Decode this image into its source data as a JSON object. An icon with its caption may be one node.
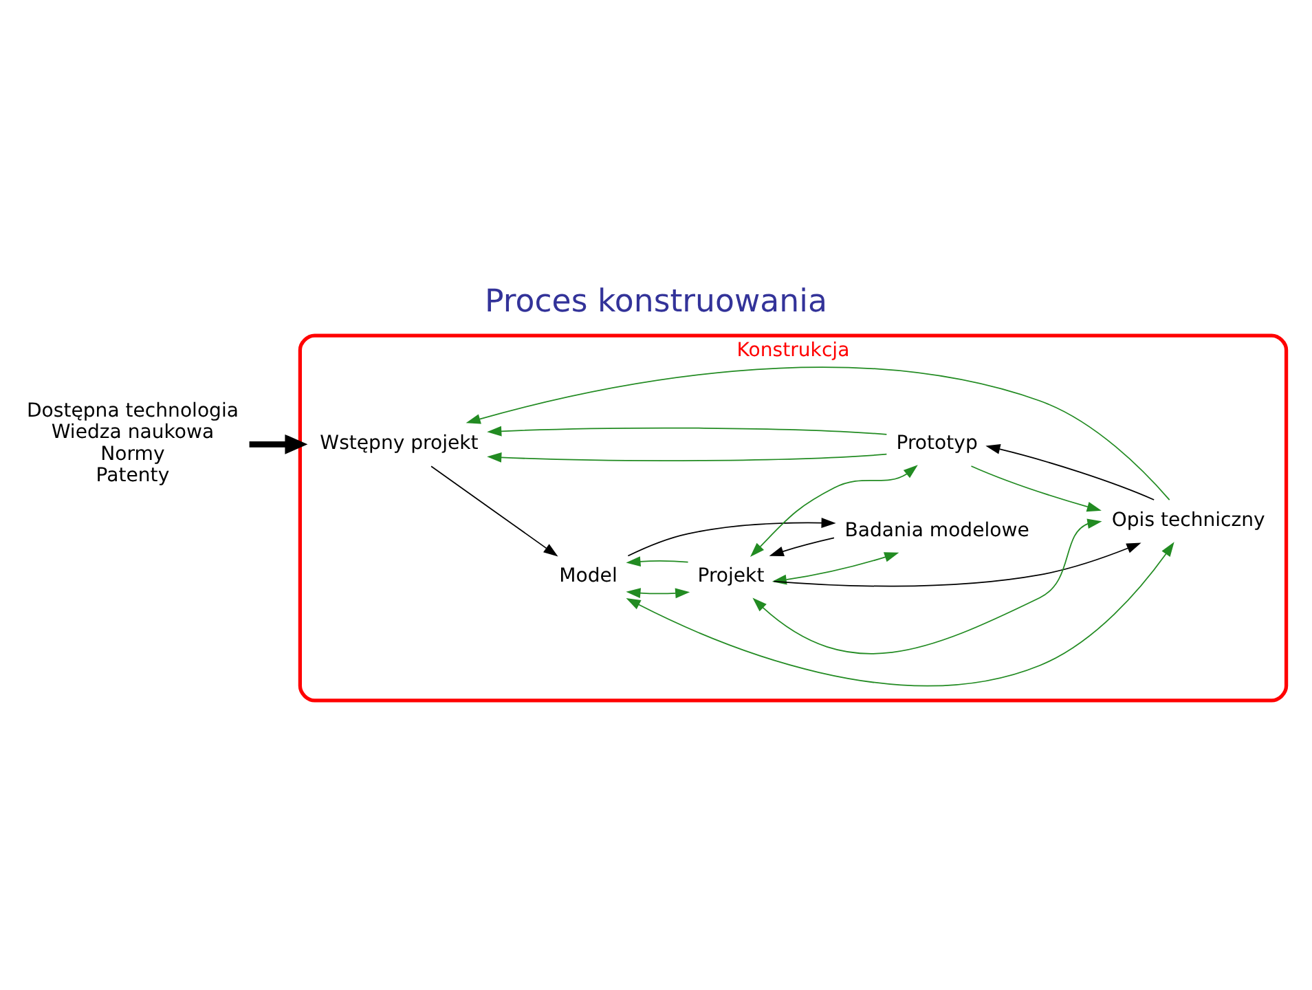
{
  "diagram": {
    "title": "Proces konstruowania",
    "nodes": [
      {
        "text": [
          "Konstrukcja"
        ]
      },
      {
        "text": [
          "Wstępny projekt"
        ],
        "in": 0
      },
      {
        "text": [
          "Model"
        ],
        "in": 0
      },
      {
        "text": [
          "Projekt"
        ],
        "in": 0
      },
      {
        "text": [
          "Badania modelowe"
        ],
        "in": 0
      },
      {
        "text": [
          "Opis techniczny"
        ],
        "in": 0
      },
      {
        "text": [
          "Prototyp"
        ],
        "in": 0
      },
      {
        "text": [
          "Dostępna technologia",
          "Wiedza naukowa",
          "Normy",
          "Patenty"
        ]
      }
    ],
    "edges": [
      {
        "from": 1,
        "to": 2,
        "arrow": "to",
        "color": "#000000"
      },
      {
        "from": 2,
        "to": 4,
        "arrow": "to",
        "color": "#000000"
      },
      {
        "from": 4,
        "to": 3,
        "arrow": "to",
        "color": "#000000"
      },
      {
        "from": 3,
        "to": 5,
        "arrow": "to",
        "color": "#000000"
      },
      {
        "from": 5,
        "to": 6,
        "arrow": "to",
        "color": "#000000"
      },
      {
        "from": 3,
        "to": 4,
        "arrow": "both"
      },
      {
        "from": 2,
        "to": 5,
        "arrow": "both"
      },
      {
        "from": 3,
        "to": 5,
        "arrow": "both"
      },
      {
        "from": 5,
        "to": 1,
        "arrow": "to"
      },
      {
        "from": 3,
        "to": 2,
        "arrow": "to"
      },
      {
        "from": 2,
        "to": 3,
        "arrow": "both"
      },
      {
        "from": 6,
        "to": 1,
        "arrow": "to"
      },
      {
        "from": 6,
        "to": 5,
        "arrow": "to"
      },
      {
        "from": 3,
        "to": 6,
        "arrow": "both"
      },
      {
        "from": 6,
        "to": 1,
        "arrow": "to"
      },
      {
        "from": 7,
        "to": 0,
        "arrow": "to",
        "style": "thick",
        "color": "#000000"
      }
    ]
  }
}
